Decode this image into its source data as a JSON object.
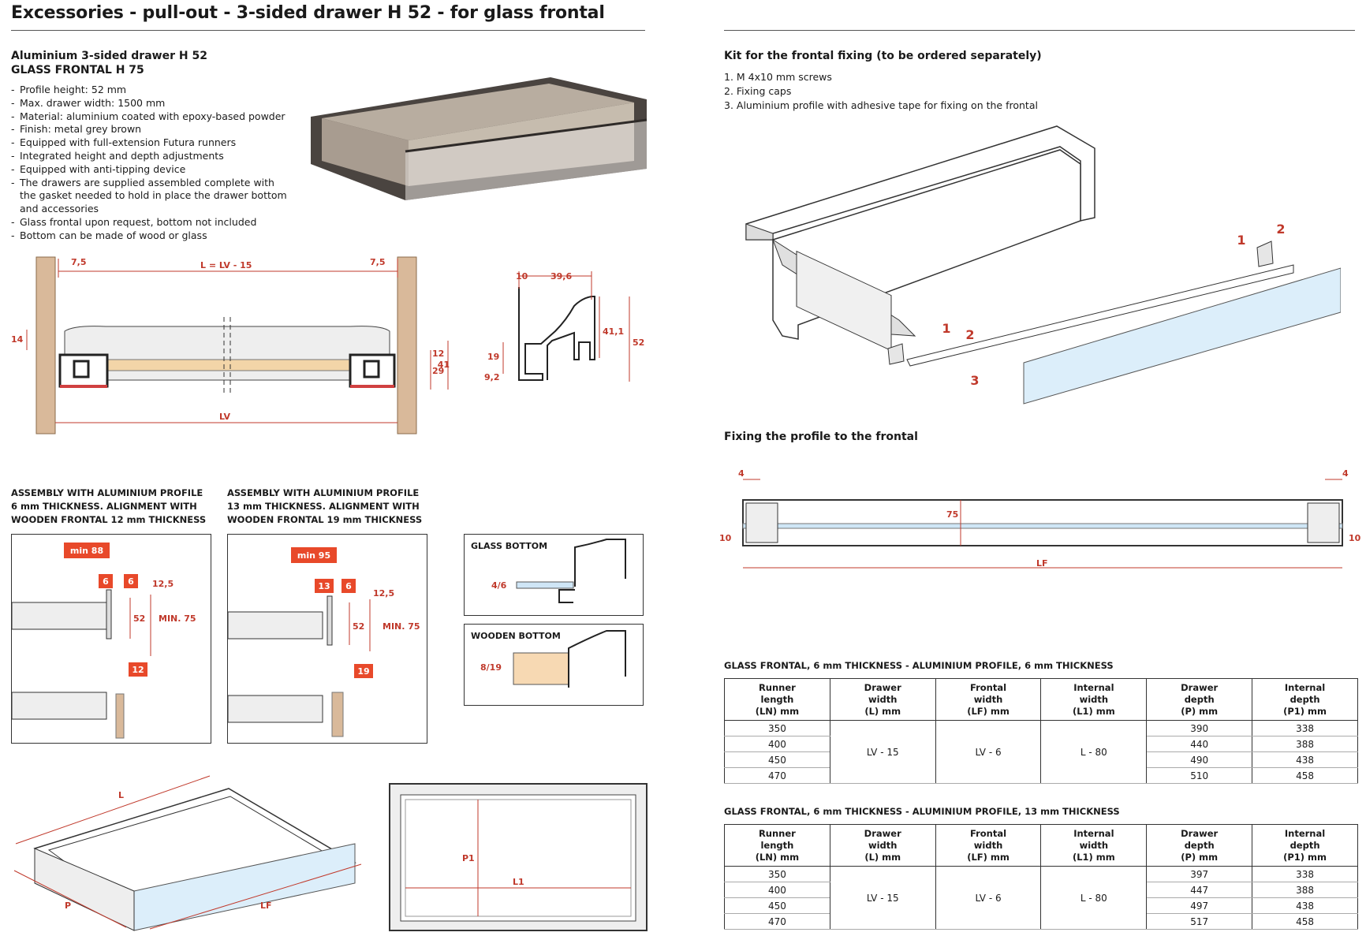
{
  "header": {
    "title": "Excessories - pull-out - 3-sided drawer H 52 - for glass frontal"
  },
  "product": {
    "name_line1": "Aluminium 3-sided drawer H 52",
    "name_line2": "GLASS FRONTAL H 75",
    "features": [
      "Profile height: 52 mm",
      "Max. drawer width: 1500 mm",
      "Material: aluminium coated with epoxy-based powder",
      "Finish: metal grey brown",
      "Equipped with full-extension Futura runners",
      "Integrated height and depth adjustments",
      "Equipped with anti-tipping device",
      "The drawers are supplied assembled complete with the gasket needed to hold in place the drawer bottom and accessories",
      "Glass frontal upon request, bottom not included",
      "Bottom can be made of wood or glass"
    ]
  },
  "kit": {
    "title": "Kit for the frontal fixing (to be ordered separately)",
    "items": [
      "1. M 4x10 mm screws",
      "2. Fixing caps",
      "3. Aluminium profile with adhesive tape for fixing on the frontal"
    ]
  },
  "fixing": {
    "title": "Fixing the profile to the frontal"
  },
  "section_drawing": {
    "dim_left": "7,5",
    "dim_right": "7,5",
    "dim_L": "L = LV - 15",
    "dim_14": "14",
    "dim_12": "12",
    "dim_29": "29",
    "dim_41": "41",
    "dim_LV": "LV"
  },
  "profile_drawing": {
    "d10": "10",
    "d396": "39,6",
    "d411": "41,1",
    "d52": "52",
    "d19": "19",
    "d92": "9,2"
  },
  "kit_drawing": {
    "n1a": "1",
    "n2a": "2",
    "n1b": "1",
    "n2b": "2",
    "n3": "3"
  },
  "fixing_drawing": {
    "d4l": "4",
    "d4r": "4",
    "d75": "75",
    "d10l": "10",
    "d10r": "10",
    "dLF": "LF"
  },
  "assembly": [
    {
      "head": [
        "ASSEMBLY WITH ALUMINIUM PROFILE",
        "6 mm THICKNESS. ALIGNMENT WITH",
        "WOODEN FRONTAL 12 mm THICKNESS"
      ],
      "min": "min 88",
      "t1": "6",
      "t2": "6",
      "d125": "12,5",
      "d52": "52",
      "dmin75": "MIN. 75",
      "front": "12"
    },
    {
      "head": [
        "ASSEMBLY WITH ALUMINIUM PROFILE",
        "13 mm THICKNESS. ALIGNMENT WITH",
        "WOODEN FRONTAL 19 mm THICKNESS"
      ],
      "min": "min 95",
      "t1": "13",
      "t2": "6",
      "d125": "12,5",
      "d52": "52",
      "dmin75": "MIN. 75",
      "front": "19"
    }
  ],
  "bottoms": {
    "glass": {
      "label": "GLASS BOTTOM",
      "dim": "4/6"
    },
    "wooden": {
      "label": "WOODEN BOTTOM",
      "dim": "8/19"
    }
  },
  "iso_drawing": {
    "L": "L",
    "P": "P",
    "LF": "LF"
  },
  "plan_drawing": {
    "P1": "P1",
    "L1": "L1"
  },
  "table_headers": [
    "Runner length (LN) mm",
    "Drawer width (L) mm",
    "Frontal width (LF) mm",
    "Internal width (L1) mm",
    "Drawer depth (P) mm",
    "Internal depth (P1) mm"
  ],
  "tables": [
    {
      "title": "GLASS FRONTAL, 6 mm THICKNESS - ALUMINIUM PROFILE, 6 mm THICKNESS",
      "header_lines": [
        [
          "Runner",
          "length",
          "(LN) mm"
        ],
        [
          "Drawer",
          "width",
          "(L) mm"
        ],
        [
          "Frontal",
          "width",
          "(LF) mm"
        ],
        [
          "Internal",
          "width",
          "(L1) mm"
        ],
        [
          "Drawer",
          "depth",
          "(P) mm"
        ],
        [
          "Internal",
          "depth",
          "(P1) mm"
        ]
      ],
      "runner": [
        "350",
        "400",
        "450",
        "470"
      ],
      "width": "LV - 15",
      "frontal": "LV - 6",
      "internal": "L - 80",
      "depth": [
        "390",
        "440",
        "490",
        "510"
      ],
      "internal_depth": [
        "338",
        "388",
        "438",
        "458"
      ]
    },
    {
      "title": "GLASS FRONTAL, 6 mm THICKNESS - ALUMINIUM PROFILE, 13 mm THICKNESS",
      "header_lines": [
        [
          "Runner",
          "length",
          "(LN) mm"
        ],
        [
          "Drawer",
          "width",
          "(L) mm"
        ],
        [
          "Frontal",
          "width",
          "(LF) mm"
        ],
        [
          "Internal",
          "width",
          "(L1) mm"
        ],
        [
          "Drawer",
          "depth",
          "(P) mm"
        ],
        [
          "Internal",
          "depth",
          "(P1) mm"
        ]
      ],
      "runner": [
        "350",
        "400",
        "450",
        "470"
      ],
      "width": "LV - 15",
      "frontal": "LV - 6",
      "internal": "L - 80",
      "depth": [
        "397",
        "447",
        "497",
        "517"
      ],
      "internal_depth": [
        "338",
        "388",
        "438",
        "458"
      ]
    }
  ]
}
